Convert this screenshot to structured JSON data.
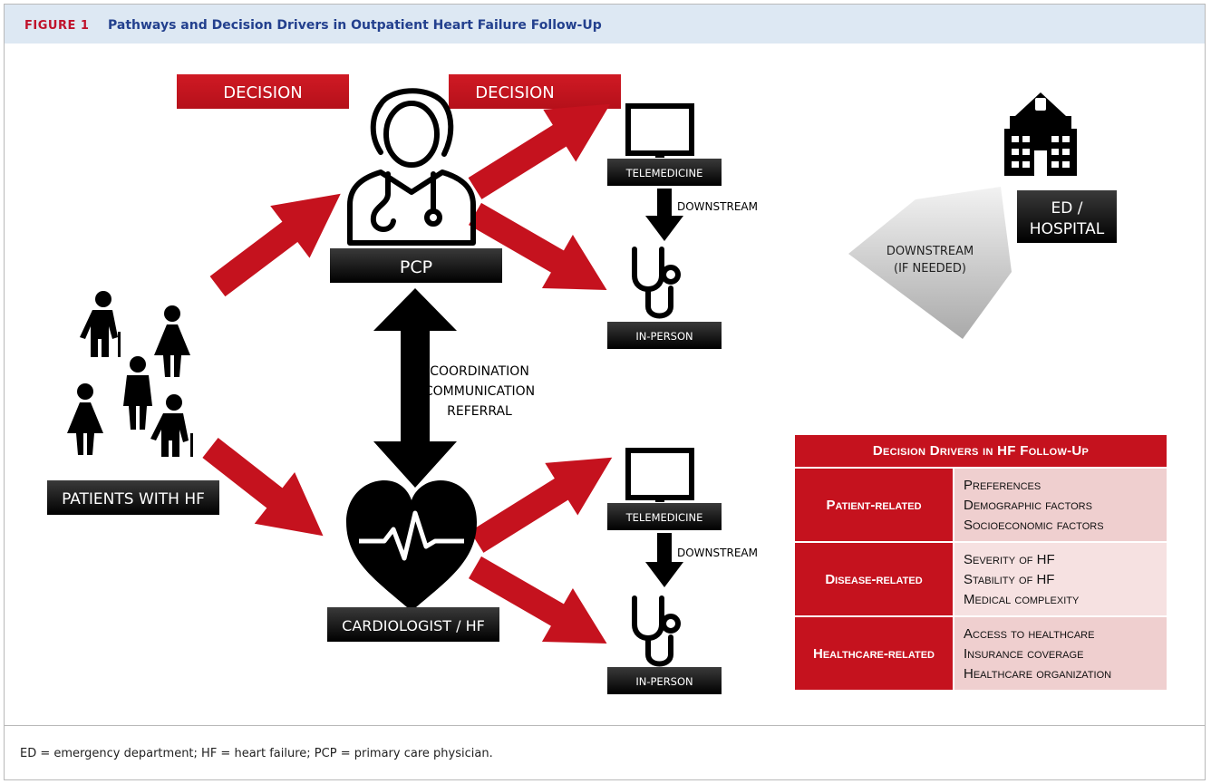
{
  "figure": {
    "label": "FIGURE 1",
    "title": "Pathways and Decision Drivers in Outpatient Heart Failure Follow-Up"
  },
  "diagram": {
    "decision_labels": [
      "DECISION",
      "DECISION"
    ],
    "patients_label": "PATIENTS WITH HF",
    "pcp_label": "PCP",
    "cardiologist_label": "CARDIOLOGIST / HF",
    "pcp_branch": {
      "telemedicine": "TELEMEDICINE",
      "downstream": "DOWNSTREAM",
      "in_person": "IN-PERSON"
    },
    "cardio_branch": {
      "telemedicine": "TELEMEDICINE",
      "downstream": "DOWNSTREAM",
      "in_person": "IN-PERSON"
    },
    "coordination_lines": [
      "COORDINATION",
      "COMMUNICATION",
      "REFERRAL"
    ],
    "hospital_label_lines": [
      "ED /",
      "HOSPITAL"
    ],
    "downstream_if_needed_lines": [
      "DOWNSTREAM",
      "(IF NEEDED)"
    ],
    "icons": [
      "physician-icon",
      "heart-monitor-icon",
      "patients-group-icon",
      "computer-monitor-icon",
      "stethoscope-icon",
      "hospital-icon"
    ],
    "colors": {
      "accent_red": "#c5121e",
      "label_black": "#0a0a0a",
      "header_blue": "#23408e",
      "header_bg": "#dde8f3"
    }
  },
  "drivers_table": {
    "title": "Decision Drivers in HF Follow-Up",
    "rows": [
      {
        "category": "Patient-related",
        "items": [
          "Preferences",
          "Demographic factors",
          "Socioeconomic factors"
        ]
      },
      {
        "category": "Disease-related",
        "items": [
          "Severity of HF",
          "Stability of HF",
          "Medical complexity"
        ]
      },
      {
        "category": "Healthcare-related",
        "items": [
          "Access to healthcare",
          "Insurance coverage",
          "Healthcare organization"
        ]
      }
    ]
  },
  "footnote": "ED = emergency department; HF = heart failure; PCP = primary care physician."
}
